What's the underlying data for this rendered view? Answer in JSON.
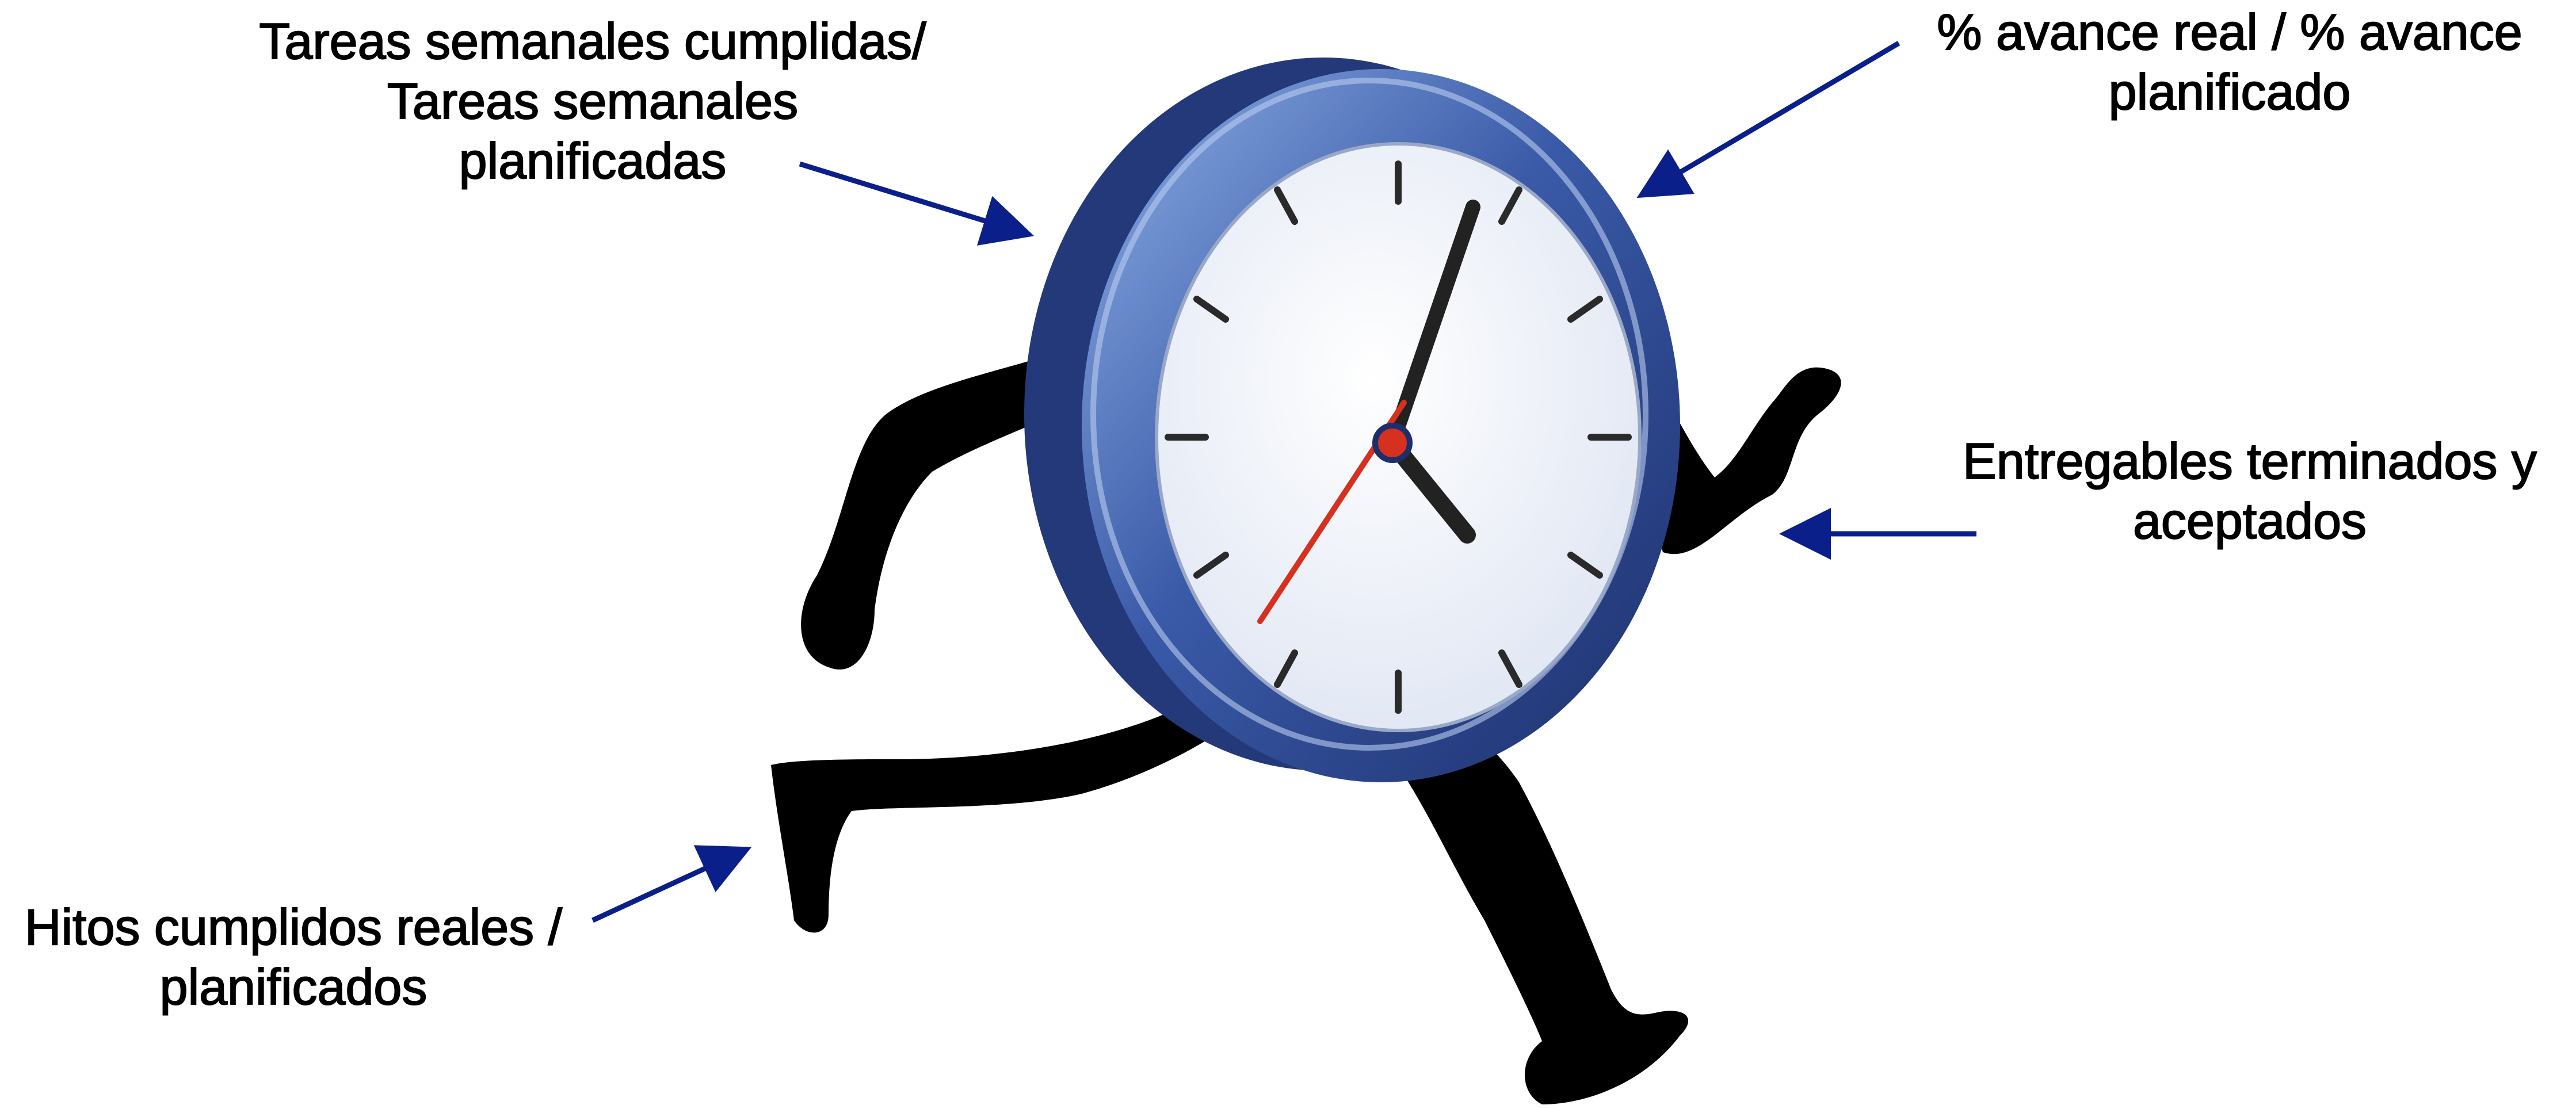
{
  "labels": {
    "top_left": [
      "Tareas semanales cumplidas/",
      "Tareas semanales",
      "planificadas"
    ],
    "top_right": [
      "% avance real / % avance",
      "planificado"
    ],
    "right": [
      "Entregables terminados y",
      "aceptados"
    ],
    "bottom_left": [
      "Hitos cumplidos reales /",
      "planificados"
    ]
  },
  "illustration": {
    "subject": "running-clock",
    "clock_rim_color": "#3a5aa8",
    "clock_face_color": "#f4f6fb",
    "hands_color": "#222222",
    "second_hand_color": "#d6301f",
    "limbs_color": "#000000"
  },
  "arrow_color": "#0b1f8a"
}
